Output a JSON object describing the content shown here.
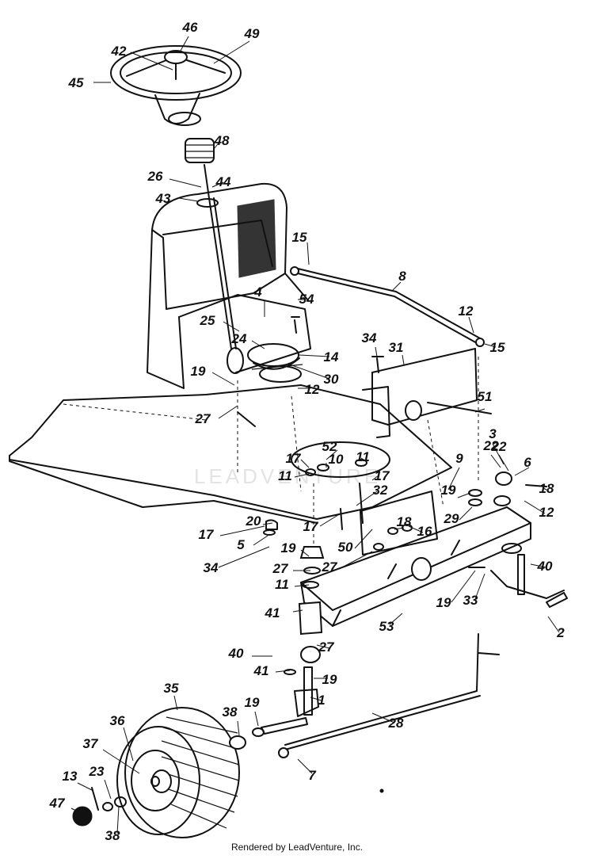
{
  "watermark": "LEADVENTURE",
  "credit": "Rendered by LeadVenture, Inc.",
  "callouts": [
    "46",
    "49",
    "42",
    "45",
    "48",
    "26",
    "44",
    "43",
    "15",
    "8",
    "54",
    "4",
    "25",
    "24",
    "14",
    "30",
    "19",
    "12",
    "27",
    "34",
    "31",
    "15",
    "12",
    "51",
    "52",
    "10",
    "11",
    "17",
    "11",
    "17",
    "32",
    "9",
    "22",
    "3",
    "22",
    "6",
    "18",
    "19",
    "12",
    "29",
    "20",
    "17",
    "5",
    "34",
    "17",
    "50",
    "18",
    "16",
    "19",
    "27",
    "11",
    "27",
    "53",
    "40",
    "41",
    "19",
    "33",
    "2",
    "40",
    "27",
    "41",
    "19",
    "1",
    "35",
    "38",
    "19",
    "28",
    "36",
    "37",
    "13",
    "23",
    "47",
    "38",
    "7"
  ],
  "colors": {
    "ink": "#111111",
    "background": "#ffffff",
    "watermark": "#e3e3e3"
  }
}
